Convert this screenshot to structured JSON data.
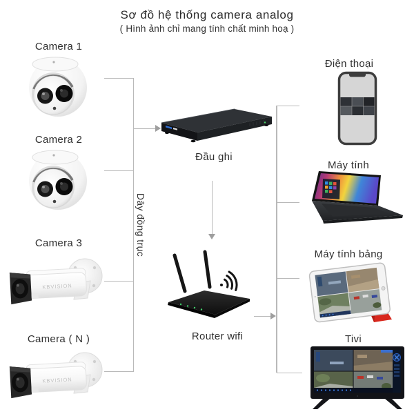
{
  "header": {
    "title": "Sơ đồ hệ thống camera analog",
    "subtitle": "( Hình ảnh chỉ mang tính chất minh hoạ )"
  },
  "cameras": [
    {
      "label": "Camera 1",
      "type": "dome"
    },
    {
      "label": "Camera 2",
      "type": "dome"
    },
    {
      "label": "Camera 3",
      "type": "bullet"
    },
    {
      "label": "Camera ( N )",
      "type": "bullet"
    }
  ],
  "brand": "KBVISION",
  "hub": {
    "dvr_label": "Đầu ghi",
    "router_label": "Router wifi",
    "cable_label": "Dây đồng trục"
  },
  "devices": [
    {
      "label": "Điện thoại",
      "type": "phone"
    },
    {
      "label": "Máy tính",
      "type": "laptop"
    },
    {
      "label": "Máy tính bảng",
      "type": "tablet"
    },
    {
      "label": "Tivi",
      "type": "tv"
    }
  ],
  "icons": {
    "dome_camera": "dome-camera-icon",
    "bullet_camera": "bullet-camera-icon",
    "dvr": "dvr-icon",
    "router": "wifi-router-icon",
    "phone": "smartphone-icon",
    "laptop": "laptop-icon",
    "tablet": "tablet-icon",
    "tv": "tv-icon"
  },
  "colors": {
    "connector_line": "#b9b9b9",
    "arrowhead": "#9e9e9e",
    "text": "#333333",
    "tablet_cover": "#d8271d"
  }
}
